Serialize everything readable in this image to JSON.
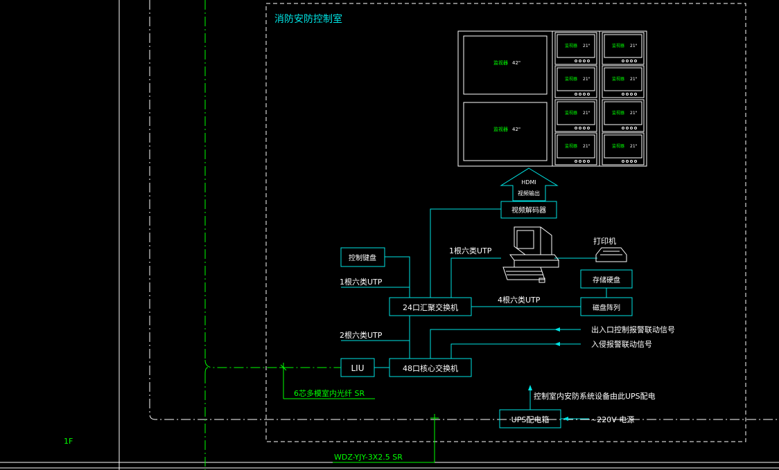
{
  "room_title": "消防安防控制室",
  "floor_label": "1F",
  "monitors": {
    "large_label": "监视器",
    "large_size": "42\"",
    "small_label": "监视器",
    "small_size": "21\""
  },
  "hdmi": {
    "line1": "HDMI",
    "line2": "视频输出"
  },
  "devices": {
    "decoder": "视频解码器",
    "keyboard": "控制键盘",
    "agg_switch": "24口汇聚交换机",
    "core_switch": "48口核心交换机",
    "liu": "LIU",
    "storage_disk": "存储硬盘",
    "disk_array": "磁盘阵列",
    "printer": "打印机",
    "ups_box": "UPS配电箱"
  },
  "cables": {
    "utp_pc": "1根六类UTP",
    "utp_keyboard": "1根六类UTP",
    "utp_core": "2根六类UTP",
    "utp_array": "4根六类UTP",
    "fiber": "6芯多模室内光纤 SR",
    "power_cable": "WDZ-YJY-3X2.5 SR"
  },
  "signals": {
    "access_control": "出入口控制报警联动信号",
    "intrusion": "入侵报警联动信号",
    "ups_note": "控制室内安防系统设备由此UPS配电",
    "power": "~220V 电源"
  }
}
